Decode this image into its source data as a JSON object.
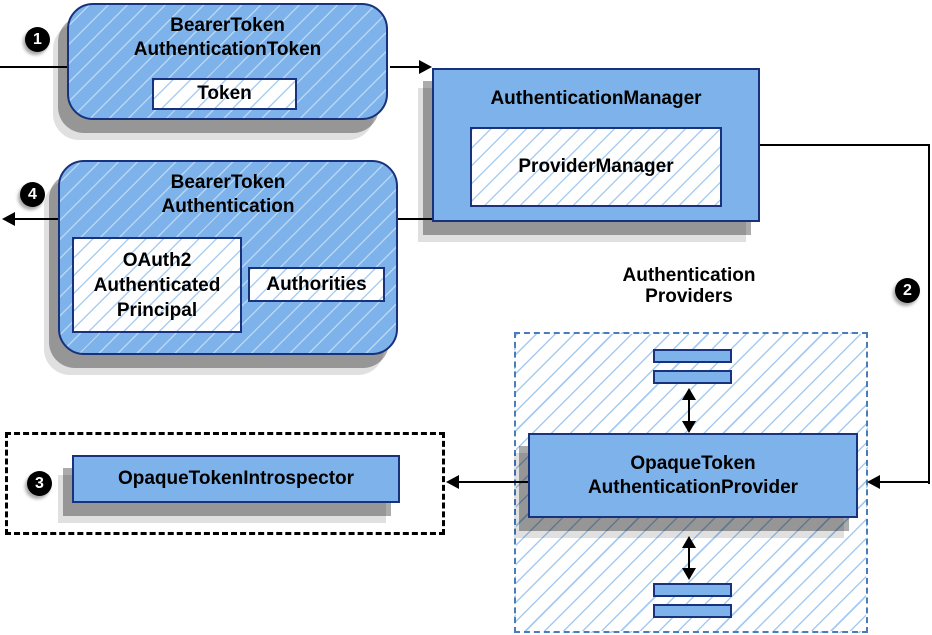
{
  "colors": {
    "node_fill": "#7db3ea",
    "node_border": "#19327d",
    "hatch_line": "#a5cbf1",
    "providers_region_dash_border": "#4b7cba",
    "introspector_region_dash_border": "#000000",
    "arrow": "#000000",
    "badge_bg": "#000000",
    "badge_text": "#ffffff"
  },
  "steps": {
    "step1": "1",
    "step2": "2",
    "step3": "3",
    "step4": "4"
  },
  "nodes": {
    "bearer_token_authentication_token": {
      "title": [
        "BearerToken",
        "AuthenticationToken"
      ],
      "token_label": "Token"
    },
    "authentication_manager": {
      "title": "AuthenticationManager",
      "provider_manager_label": "ProviderManager"
    },
    "bearer_token_authentication": {
      "title": [
        "BearerToken",
        "Authentication"
      ],
      "principal_label": [
        "OAuth2",
        "Authenticated",
        "Principal"
      ],
      "authorities_label": "Authorities"
    },
    "authentication_providers": {
      "region_label": [
        "Authentication",
        "Providers"
      ],
      "provider_label": [
        "OpaqueToken",
        "AuthenticationProvider"
      ]
    },
    "opaque_token_introspector": {
      "label": "OpaqueTokenIntrospector"
    }
  }
}
